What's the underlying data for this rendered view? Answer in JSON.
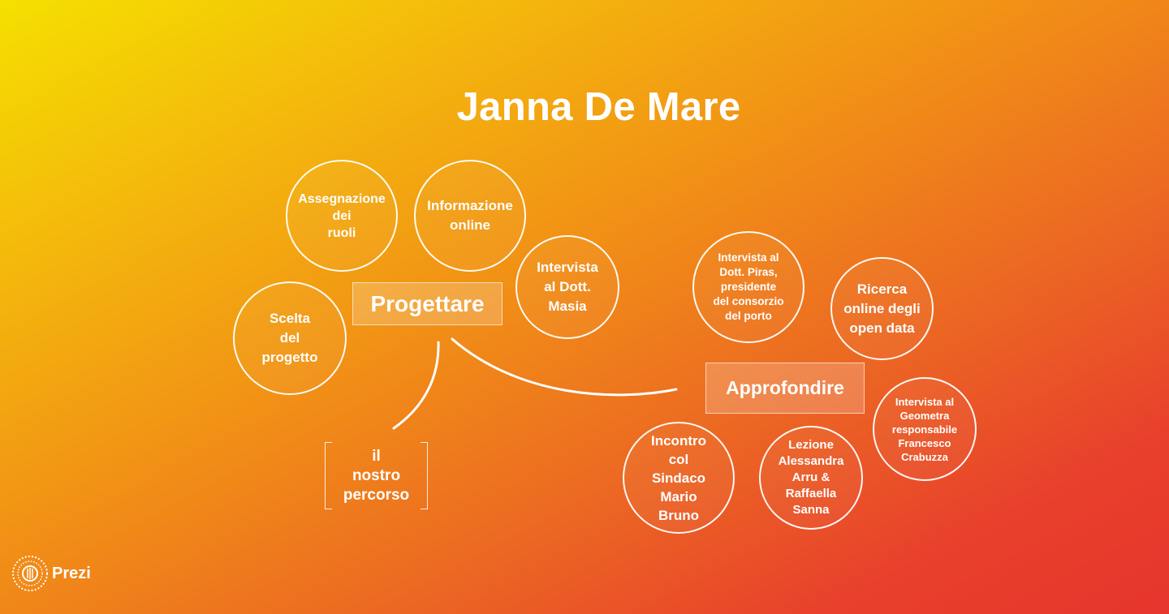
{
  "title": "Janna De Mare",
  "nodes": {
    "progettare": "Progettare",
    "approfondire": "Approfondire",
    "percorso": "il\nnostro\npercorso"
  },
  "circles": {
    "assegnazione": "Assegnazione\ndei\nruoli",
    "informazione": "Informazione\nonline",
    "intervista_masia": "Intervista\nal Dott.\nMasia",
    "scelta": "Scelta\ndel\nprogetto",
    "intervista_piras": "Intervista al\nDott. Piras,\npresidente\ndel consorzio\ndel porto",
    "ricerca": "Ricerca\nonline degli\nopen data",
    "intervista_geometra": "Intervista al\nGeometra\nresponsabile\nFrancesco\nCrabuzza",
    "incontro": "Incontro\ncol\nSindaco\nMario\nBruno",
    "lezione": "Lezione\nAlessandra\nArru &\nRaffaella\nSanna"
  },
  "logo": {
    "text": "Prezi",
    "icon": "prezi-logo-icon"
  }
}
